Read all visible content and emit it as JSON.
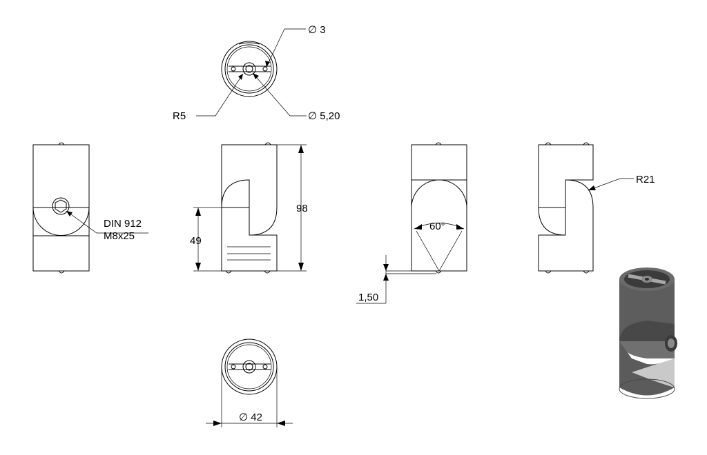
{
  "drawing": {
    "callouts": {
      "hole_diameter": "∅ 3",
      "radius_small": "R5",
      "bore_diameter": "∅ 5,20",
      "screw_standard": "DIN 912",
      "screw_size": "M8x25",
      "height_total": "98",
      "height_lower": "49",
      "angle": "60°",
      "offset": "1,50",
      "radius_large": "R21",
      "outer_diameter": "∅ 42"
    },
    "colors": {
      "line": "#000000",
      "hidden_gray": "#9a9a9a",
      "part_body": "#5d5d5d",
      "part_dark": "#3b3b3b",
      "part_light": "#c9c9c9"
    }
  }
}
